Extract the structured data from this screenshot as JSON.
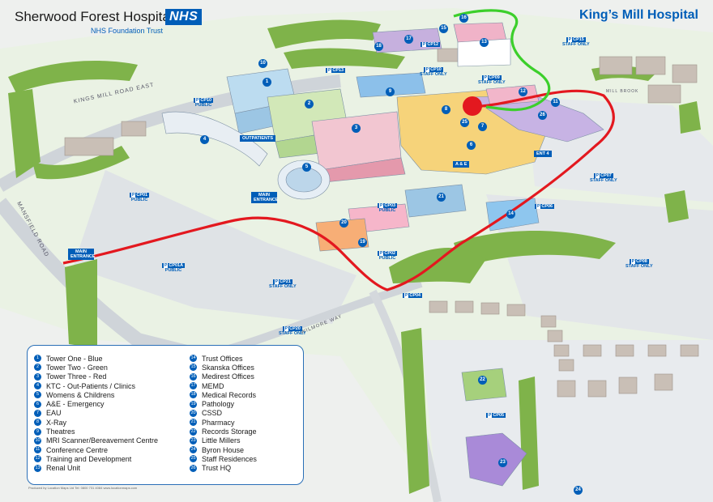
{
  "header": {
    "organisation": "Sherwood Forest Hospitals",
    "nhs_logo": "NHS",
    "trust": "NHS Foundation Trust",
    "hospital": "King’s Mill Hospital"
  },
  "roads": {
    "kings_mill_road_east": "KINGS MILL ROAD EAST",
    "mansfield_road": "MANSFIELD ROAD",
    "wilmore_way": "WILMORE WAY",
    "mill_brook": "MILL BROOK"
  },
  "labels": {
    "main_entrance_left": "MAIN ENTRANCE",
    "main_entrance_centre": "MAIN ENTRANCE",
    "outpatients": "OUTPATIENTS",
    "a_and_e": "A & E",
    "ent4": "ENT 4"
  },
  "car_parks": [
    {
      "code": "CP15",
      "access": "STAFF ONLY"
    },
    {
      "code": "CP12",
      "access": ""
    },
    {
      "code": "CP10",
      "access": "STAFF ONLY"
    },
    {
      "code": "CP09",
      "access": "STAFF ONLY"
    },
    {
      "code": "CP13",
      "access": ""
    },
    {
      "code": "CP01",
      "access": "PUBLIC"
    },
    {
      "code": "CP03",
      "access": "PUBLIC"
    },
    {
      "code": "CP02",
      "access": "PUBLIC"
    },
    {
      "code": "CP07",
      "access": "STAFF ONLY"
    },
    {
      "code": "CP06",
      "access": ""
    },
    {
      "code": "CP08",
      "access": "STAFF ONLY"
    },
    {
      "code": "CP01A",
      "access": "PUBLIC"
    },
    {
      "code": "CP21",
      "access": "STAFF ONLY"
    },
    {
      "code": "CP20",
      "access": "STAFF ONLY"
    },
    {
      "code": "CP04",
      "access": ""
    },
    {
      "code": "CP05",
      "access": ""
    },
    {
      "code": "CP10",
      "access": "PUBLIC"
    }
  ],
  "legend": [
    {
      "n": "1",
      "label": "Tower One - Blue"
    },
    {
      "n": "2",
      "label": "Tower Two - Green"
    },
    {
      "n": "3",
      "label": "Tower Three - Red"
    },
    {
      "n": "4",
      "label": "KTC - Out-Patients / Clinics"
    },
    {
      "n": "5",
      "label": "Womens & Childrens"
    },
    {
      "n": "6",
      "label": "A&E - Emergency"
    },
    {
      "n": "7",
      "label": "EAU"
    },
    {
      "n": "8",
      "label": "X-Ray"
    },
    {
      "n": "9",
      "label": "Theatres"
    },
    {
      "n": "10",
      "label": "MRI Scanner/Bereavement Centre"
    },
    {
      "n": "11",
      "label": "Conference Centre"
    },
    {
      "n": "12",
      "label": "Training and Development"
    },
    {
      "n": "13",
      "label": "Renal Unit"
    },
    {
      "n": "14",
      "label": "Trust Offices"
    },
    {
      "n": "15",
      "label": "Skanska Offices"
    },
    {
      "n": "16",
      "label": "Medirest Offices"
    },
    {
      "n": "17",
      "label": "MEMD"
    },
    {
      "n": "18",
      "label": "Medical Records"
    },
    {
      "n": "19",
      "label": "Pathology"
    },
    {
      "n": "20",
      "label": "CSSD"
    },
    {
      "n": "21",
      "label": "Pharmacy"
    },
    {
      "n": "22",
      "label": "Records Storage"
    },
    {
      "n": "23",
      "label": "Little Millers"
    },
    {
      "n": "24",
      "label": "Byron House"
    },
    {
      "n": "25",
      "label": "Staff Residences"
    },
    {
      "n": "26",
      "label": "Trust HQ"
    }
  ],
  "credit": "Produced by Location Maps Ltd  Tel: 0800 731 4084  www.locationmaps.com",
  "colors": {
    "nhs_blue": "#005eb8",
    "route_red": "#e3181f",
    "route_green": "#3ccf2b",
    "tower_blue": "#5aa9e6",
    "tower_green": "#9ccf6e",
    "tower_red": "#e0607d",
    "yellow": "#f6c948",
    "purple": "#a88bd6",
    "pink": "#f0a8c0",
    "orange": "#f6a25c"
  }
}
